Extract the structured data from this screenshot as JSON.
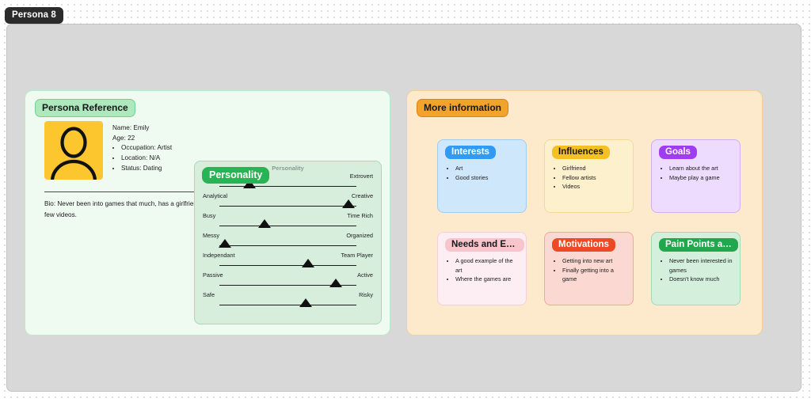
{
  "title_badge": {
    "label": "Persona 8"
  },
  "panels": {
    "left": {
      "badge": "Persona Reference"
    },
    "right": {
      "badge": "More information"
    }
  },
  "persona": {
    "avatar_icon": "user-avatar-icon",
    "name_line": "Name: Emily",
    "age_line": "Age: 22",
    "facts": [
      "Occupation: Artist",
      "Location: N/A",
      "Status: Dating"
    ],
    "bio": "Bio: Never been into games that much, has a girlfriend who does, saw the art and was intrigued, looked into a few videos."
  },
  "personality": {
    "ghost_title": "Personality",
    "badge": "Personality",
    "sliders": [
      {
        "left": "",
        "right": "Extrovert",
        "value": 22
      },
      {
        "left": "Analytical",
        "right": "Creative",
        "value": 94
      },
      {
        "left": "Busy",
        "right": "Time Rich",
        "value": 33
      },
      {
        "left": "Messy",
        "right": "Organized",
        "value": 4
      },
      {
        "left": "Independant",
        "right": "Team Player",
        "value": 65
      },
      {
        "left": "Passive",
        "right": "Active",
        "value": 85
      },
      {
        "left": "Safe",
        "right": "Risky",
        "value": 63
      }
    ]
  },
  "info_cards": [
    {
      "key": "interests",
      "title": "Interests",
      "items": [
        "Art",
        "Good stories"
      ]
    },
    {
      "key": "influences",
      "title": "Influences",
      "items": [
        "Girlfriend",
        "Fellow artists",
        "Videos"
      ]
    },
    {
      "key": "goals",
      "title": "Goals",
      "items": [
        "Learn about the art",
        "Maybe play a game"
      ]
    },
    {
      "key": "needs",
      "title": "Needs and Ex…",
      "items": [
        "A good example of the art",
        "Where the games are"
      ]
    },
    {
      "key": "motivations",
      "title": "Motivations",
      "items": [
        "Getting into new art",
        "Finally getting into a game"
      ]
    },
    {
      "key": "painpoints",
      "title": "Pain Points an…",
      "items": [
        "Never been interested in games",
        "Doesn't know much"
      ]
    }
  ],
  "colors": {
    "title_badge_bg": "#2b2b2b",
    "canvas_bg": "#d8d8d8",
    "left_panel_bg": "#effaf1",
    "left_badge_bg": "#aee8bd",
    "right_panel_bg": "#fdeacc",
    "right_badge_bg": "#f2a32c",
    "personality_badge_bg": "#28b355",
    "avatar_bg": "#fbc62e",
    "interests_badge": "#2f9bf5",
    "influences_badge": "#f5c024",
    "goals_badge": "#a13df0",
    "needs_badge": "#f9c5cd",
    "motivations_badge": "#ec4a24",
    "painpoints_badge": "#21a84e"
  }
}
